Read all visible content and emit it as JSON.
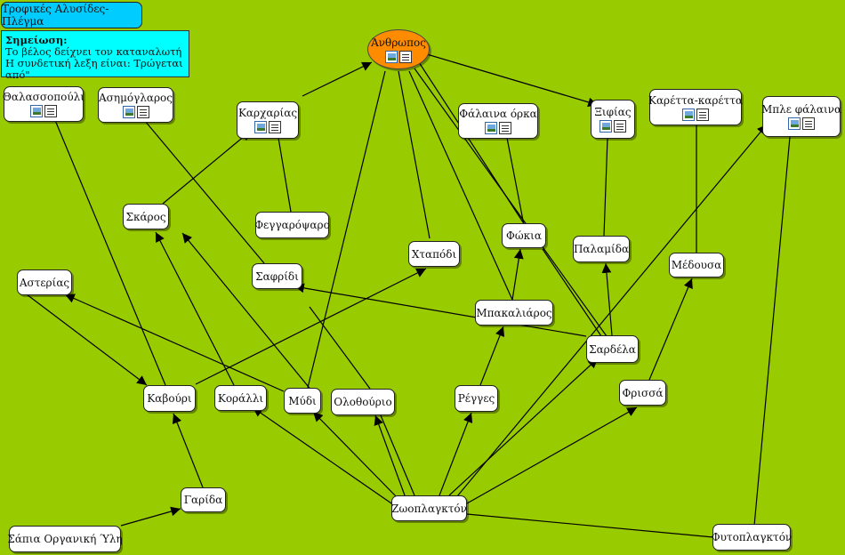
{
  "title": "Τροφικές Αλυσίδες- Πλέγμα",
  "note": {
    "heading": "Σημείωση:",
    "line1": "Το βέλος δείχνει τον καταναλωτή",
    "line2": "Η συνδετική λεξη είναι: Τρώγεται από\""
  },
  "nodes": {
    "human": {
      "label": "Άνθρωπος"
    },
    "thalassopouli": {
      "label": "Θαλασσοπούλι"
    },
    "asimoglaros": {
      "label": "Ασημόγλαρος"
    },
    "karcharias": {
      "label": "Καρχαρίας"
    },
    "falaina_orka": {
      "label": "Φάλαινα όρκα"
    },
    "xifias": {
      "label": "Ξιφίας"
    },
    "karetta": {
      "label": "Καρέττα-καρέττα"
    },
    "mple_falaina": {
      "label": "Μπλε φάλαινα"
    },
    "skaros": {
      "label": "Σκάρος"
    },
    "feggarpsaro": {
      "label": "Φεγγαρόψαρο"
    },
    "chtapodi": {
      "label": "Χταπόδι"
    },
    "fokia": {
      "label": "Φώκια"
    },
    "palamida": {
      "label": "Παλαμίδα"
    },
    "medousa": {
      "label": "Μέδουσα"
    },
    "asterias": {
      "label": "Αστερίας"
    },
    "safridi": {
      "label": "Σαφρίδι"
    },
    "bakaliaros": {
      "label": "Μπακαλιάρος"
    },
    "sardela": {
      "label": "Σαρδέλα"
    },
    "kavouri": {
      "label": "Καβούρι"
    },
    "koralli": {
      "label": "Κοράλλι"
    },
    "mydi": {
      "label": "Μύδι"
    },
    "olothourio": {
      "label": "Ολοθούριο"
    },
    "regges": {
      "label": "Ρέγγες"
    },
    "frissa": {
      "label": "Φρισσά"
    },
    "garida": {
      "label": "Γαρίδα"
    },
    "zooplankton": {
      "label": "Ζωοπλαγκτόν"
    },
    "sapia": {
      "label": "Σάπια Οργανική Ύλη"
    },
    "fytoplankton": {
      "label": "Φυτοπλαγκτόν"
    }
  },
  "colors": {
    "background": "#99cc00",
    "title_box": "#00ccff",
    "note_box": "#00ffff",
    "human_node": "#ff8c00"
  }
}
